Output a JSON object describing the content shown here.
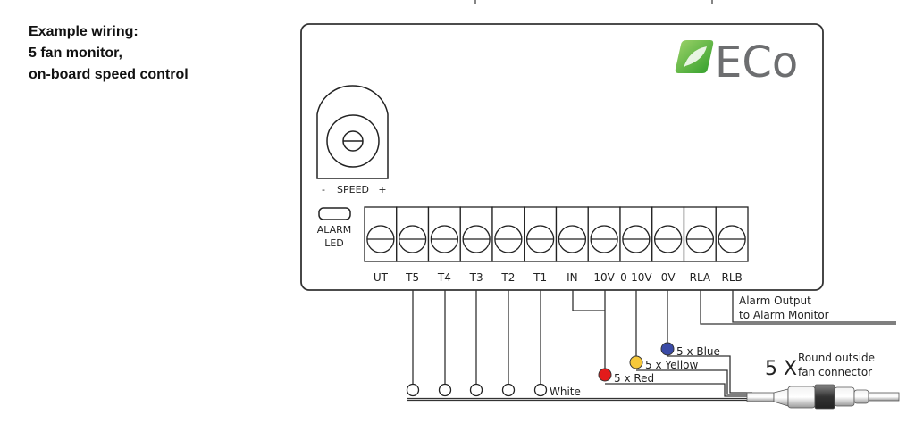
{
  "heading": {
    "lines": [
      "Example wiring:",
      "5 fan monitor,",
      "on-board speed control"
    ]
  },
  "logo": {
    "text": "ECo",
    "color_leaf": "#5ab833",
    "color_text": "#6d6e70"
  },
  "controller": {
    "speed_label": "SPEED",
    "speed_minus": "-",
    "speed_plus": "+",
    "alarm_led_lines": [
      "ALARM",
      "LED"
    ],
    "terminals": [
      "UT",
      "T5",
      "T4",
      "T3",
      "T2",
      "T1",
      "IN",
      "10V",
      "0-10V",
      "0V",
      "RLA",
      "RLB"
    ]
  },
  "wiring": {
    "white_label": "White",
    "red_label": "5 x Red",
    "yellow_label": "5 x Yellow",
    "blue_label": "5 x Blue",
    "alarm_output_lines": [
      "Alarm Output",
      "to Alarm Monitor"
    ],
    "connector_count": "5 X",
    "connector_lines": [
      "Round outside",
      "fan connector"
    ],
    "colors": {
      "red": "#e31b1b",
      "yellow": "#f6c83a",
      "blue": "#3a4aa6",
      "white": "#ffffff"
    }
  }
}
